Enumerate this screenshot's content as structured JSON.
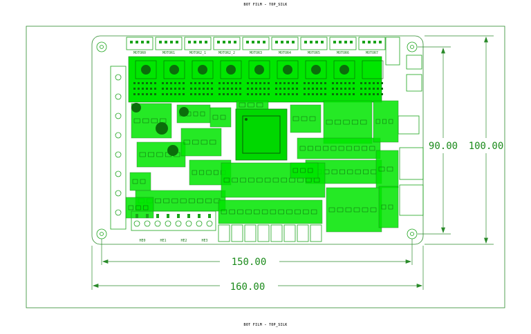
{
  "header_top": "BOT FILM - TOP_SILK",
  "header_bottom": "BOT FILM - TOP_SILK",
  "dimensions": {
    "inner_width": "150.00",
    "outer_width": "160.00",
    "inner_height": "90.00",
    "outer_height": "100.00"
  },
  "motor_labels": [
    "MOTOR0",
    "MOTOR1",
    "MOTOR2_1",
    "MOTOR2_2",
    "MOTOR3",
    "MOTOR4",
    "MOTOR5",
    "MOTOR6",
    "MOTOR7"
  ],
  "heater_labels": [
    "HE0",
    "HE1",
    "HE2",
    "HE3"
  ],
  "colors": {
    "silk": "#1aa31a",
    "outline": "#2a8a2a",
    "fill": "#00e600"
  }
}
